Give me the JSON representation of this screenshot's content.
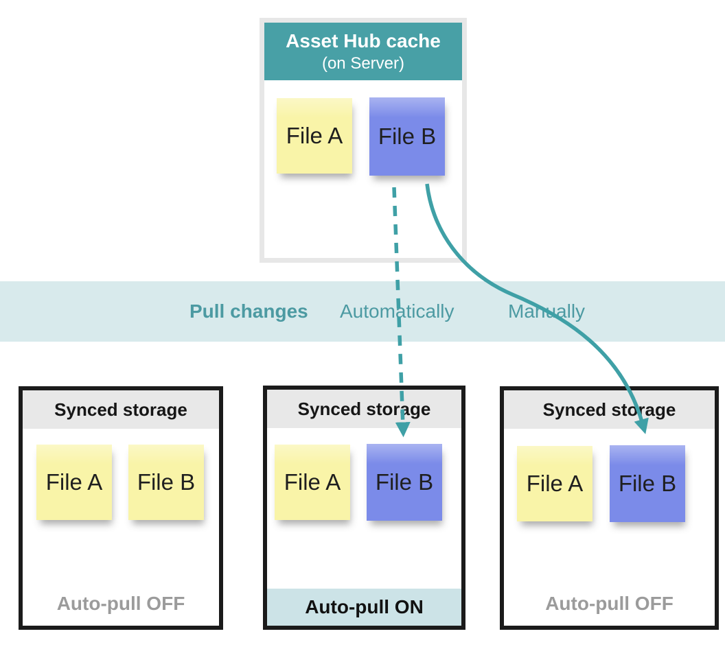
{
  "colors": {
    "teal_header": "#48a0a6",
    "teal_arrow": "#3fa0a6",
    "band_background": "#d8eaec",
    "band_text": "#4c9aa2",
    "note_yellow": "#f9f4a8",
    "note_blue": "#7b8be9",
    "storage_border": "#1b1b1b",
    "storage_header_background": "#e8e8e8",
    "server_border": "#e7e7e7",
    "footer_off_text": "#9b9b9b",
    "footer_on_background": "#cce3e7"
  },
  "server_box": {
    "title": "Asset Hub cache",
    "subtitle": "(on Server)",
    "notes": [
      {
        "label": "File A",
        "color": "yellow"
      },
      {
        "label": "File B",
        "color": "blue"
      }
    ]
  },
  "band": {
    "title": "Pull changes",
    "labels": [
      "Automatically",
      "Manually"
    ]
  },
  "storage_boxes": [
    {
      "title": "Synced storage",
      "notes": [
        {
          "label": "File A",
          "color": "yellow"
        },
        {
          "label": "File B",
          "color": "yellow"
        }
      ],
      "footer": "Auto-pull OFF",
      "auto_pull": "off"
    },
    {
      "title": "Synced storage",
      "notes": [
        {
          "label": "File A",
          "color": "yellow"
        },
        {
          "label": "File B",
          "color": "blue"
        }
      ],
      "footer": "Auto-pull ON",
      "auto_pull": "on"
    },
    {
      "title": "Synced storage",
      "notes": [
        {
          "label": "File A",
          "color": "yellow"
        },
        {
          "label": "File B",
          "color": "blue"
        }
      ],
      "footer": "Auto-pull OFF",
      "auto_pull": "off"
    }
  ],
  "arrows": [
    {
      "label": "Automatically",
      "style": "dashed"
    },
    {
      "label": "Manually",
      "style": "solid"
    }
  ]
}
